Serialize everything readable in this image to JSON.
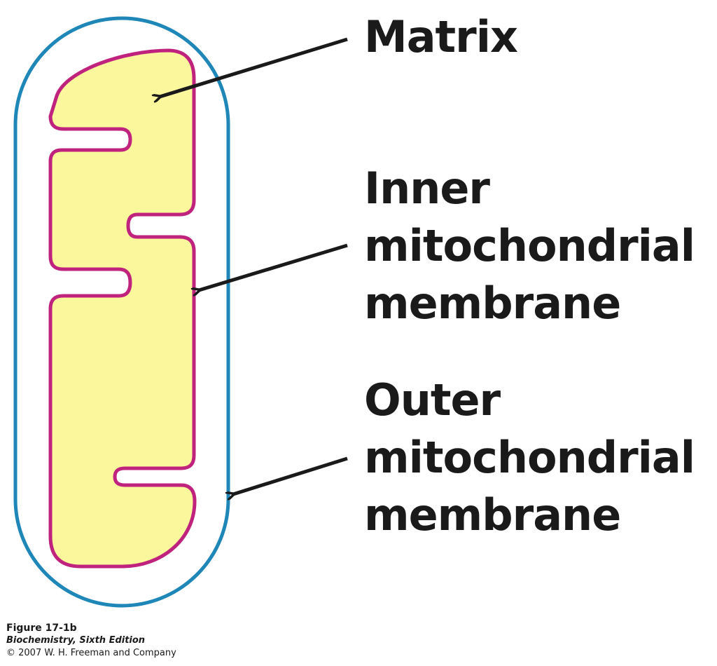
{
  "labels": {
    "matrix": [
      "Matrix"
    ],
    "inner_membrane": [
      "Inner",
      "mitochondrial",
      "membrane"
    ],
    "outer_membrane": [
      "Outer",
      "mitochondrial",
      "membrane"
    ]
  },
  "caption": {
    "figure": "Figure 17-1b",
    "book": "Biochemistry, Sixth Edition",
    "copyright": "© 2007 W. H. Freeman and Company"
  },
  "colors": {
    "outer_membrane": "#1f86b8",
    "inner_membrane": "#c0237d",
    "matrix_fill": "#fbf79c",
    "text": "#1a1a1a"
  }
}
